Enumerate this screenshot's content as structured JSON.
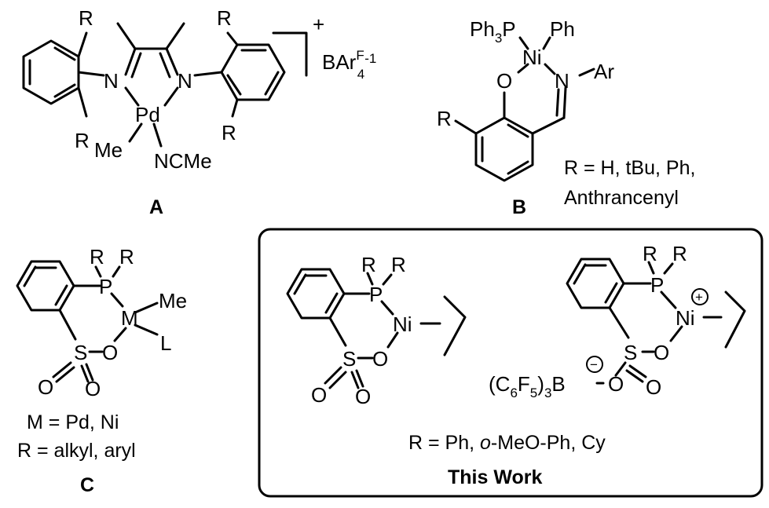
{
  "compound_A": {
    "label": "A",
    "metal": "Pd",
    "nitrogen": "N",
    "substituent": "R",
    "methyl": "Me",
    "ligand": "NCMe",
    "charge": "+",
    "counterion_main": "BAr",
    "counterion_sup": "F",
    "counterion_sub": "4",
    "counterion_charge": "-1"
  },
  "compound_B": {
    "label": "B",
    "ph3p": "Ph",
    "ph3p_sub": "3",
    "ph3p_tail": "P",
    "metal": "Ni",
    "phenyl": "Ph",
    "oxygen": "O",
    "nitrogen": "N",
    "aryl": "Ar",
    "substituent": "R",
    "r_def_line1": "R = H, tBu, Ph,",
    "r_def_line2": "Anthrancenyl"
  },
  "compound_C": {
    "label": "C",
    "phosphorus": "P",
    "substituent": "R",
    "metal": "M",
    "methyl": "Me",
    "ligand": "L",
    "sulfur": "S",
    "oxygen": "O",
    "m_def": "M = Pd, Ni",
    "r_def": "R = alkyl, aryl"
  },
  "this_work": {
    "left": {
      "phosphorus": "P",
      "substituent": "R",
      "metal": "Ni",
      "sulfur": "S",
      "oxygen": "O"
    },
    "right": {
      "phosphorus": "P",
      "substituent": "R",
      "metal": "Ni",
      "plus": "+",
      "minus": "−",
      "sulfur": "S",
      "oxygen": "O",
      "borane_open": "(C",
      "borane_sub1": "6",
      "borane_f": "F",
      "borane_sub2": "5",
      "borane_close": ")",
      "borane_sub3": "3",
      "borane_b": "B"
    },
    "r_def_prefix": "R = Ph, ",
    "r_def_italic": "o",
    "r_def_suffix": "-MeO-Ph, Cy",
    "title": "This Work"
  }
}
